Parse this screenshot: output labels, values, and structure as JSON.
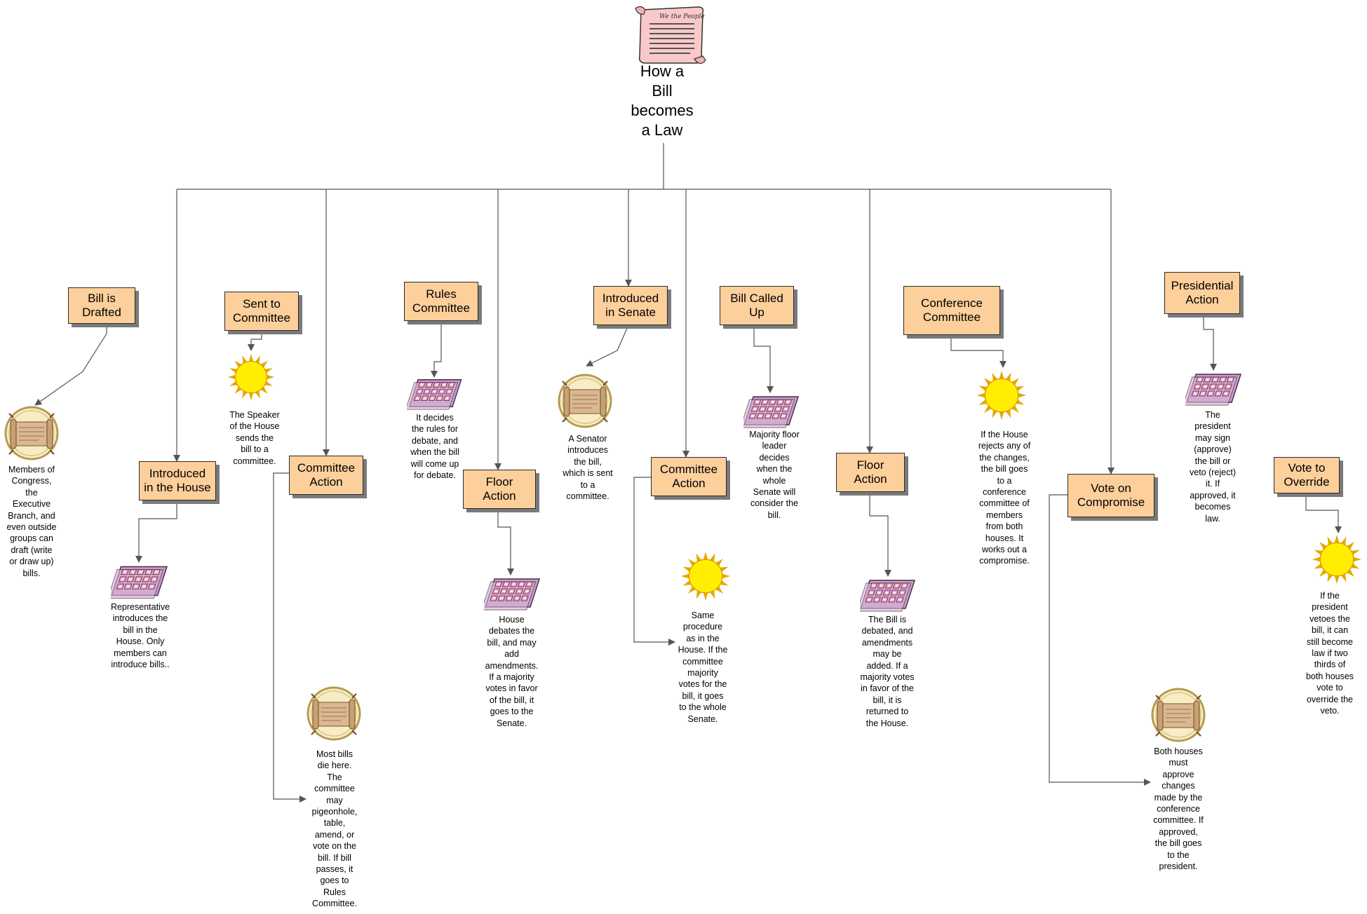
{
  "diagram": {
    "title": "How a\nBill\nbecomes\na Law",
    "scroll_icon": "document-scroll-icon",
    "colors": {
      "box_fill": "#fdcf9b",
      "line": "#555555",
      "sun": "#ffee00",
      "sun_ray": "#e6a800"
    },
    "steps": [
      {
        "label": "Bill is\nDrafted",
        "icon": "scroll-seal-icon",
        "note": "Members of\nCongress,\nthe\nExecutive\nBranch, and\neven outside\ngroups can\ndraft (write\nor draw up)\nbills."
      },
      {
        "label": "Introduced\nin the House",
        "icon": "ballot-sheet-icon",
        "note": "Representative\nintroduces the\nbill in the\nHouse. Only\nmembers can\nintroduce bills.."
      },
      {
        "label": "Sent to\nCommittee",
        "icon": "sun-icon",
        "note": "The Speaker\nof the House\nsends the\nbill to a\ncommittee."
      },
      {
        "label": "Committee\nAction",
        "icon": "scroll-seal-icon",
        "note": "Most bills\ndie here.\nThe\ncommittee\nmay\npigeonhole,\ntable,\namend, or\nvote on the\nbill. If bill\npasses, it\ngoes to\nRules\nCommittee."
      },
      {
        "label": "Rules\nCommittee",
        "icon": "ballot-sheet-icon",
        "note": "It decides\nthe rules for\ndebate, and\nwhen the bill\nwill come up\nfor debate."
      },
      {
        "label": "Floor\nAction",
        "icon": "ballot-sheet-icon",
        "note": "House\ndebates the\nbill, and may\nadd\namendments.\nIf a majority\nvotes in favor\nof the bill, it\ngoes to the\nSenate."
      },
      {
        "label": "Introduced\nin Senate",
        "icon": "scroll-seal-icon",
        "note": "A Senator\nintroduces\nthe bill,\nwhich is sent\nto a\ncommittee."
      },
      {
        "label": "Committee\nAction",
        "icon": "sun-icon",
        "note": "Same\nprocedure\nas in the\nHouse. If the\ncommittee\nmajority\nvotes for the\nbill, it goes\nto the whole\nSenate."
      },
      {
        "label": "Bill Called\nUp",
        "icon": "ballot-sheet-icon",
        "note": "Majority floor\nleader\ndecides\nwhen the\nwhole\nSenate will\nconsider the\nbill."
      },
      {
        "label": "Floor\nAction",
        "icon": "ballot-sheet-icon",
        "note": "The Bill is\ndebated, and\namendments\nmay be\nadded. If a\nmajority votes\nin favor of the\nbill, it is\nreturned to\nthe House."
      },
      {
        "label": "Conference\nCommittee",
        "icon": "sun-icon",
        "note": "If the House\nrejects any of\nthe changes,\nthe bill goes\nto a\nconference\ncommittee of\nmembers\nfrom both\nhouses. It\nworks out a\ncompromise."
      },
      {
        "label": "Vote on\nCompromise",
        "icon": "scroll-seal-icon",
        "note": "Both houses\nmust\napprove\nchanges\nmade by the\nconference\ncommittee. If\napproved,\nthe bill goes\nto the\npresident."
      },
      {
        "label": "Presidential\nAction",
        "icon": "ballot-sheet-icon",
        "note": "The\npresident\nmay sign\n(approve)\nthe bill or\nveto (reject)\nit. If\napproved, it\nbecomes\nlaw."
      },
      {
        "label": "Vote to\nOverride",
        "icon": "sun-icon",
        "note": "If the\npresident\nvetoes the\nbill, it can\nstill become\nlaw if two\nthirds of\nboth houses\nvote to\noverride the\nveto."
      }
    ]
  }
}
